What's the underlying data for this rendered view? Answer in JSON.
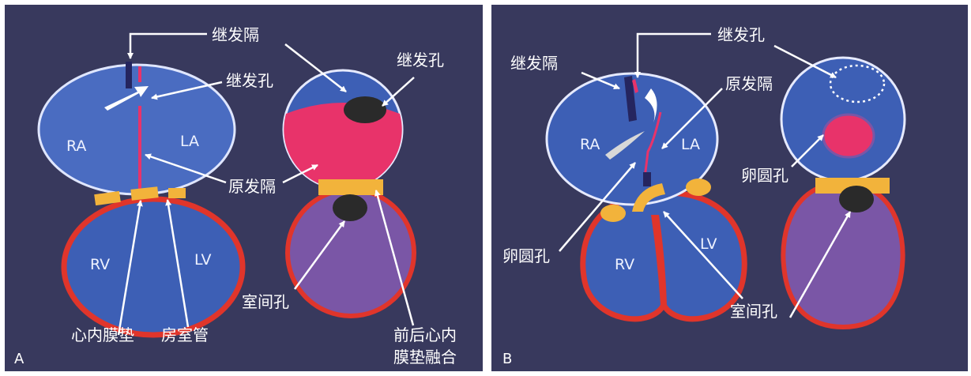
{
  "panel_a": {
    "letter": "A",
    "secondary_septum": "继发隔",
    "secondary_foramen_top": "继发孔",
    "secondary_foramen_right": "继发孔",
    "primary_septum": "原发隔",
    "endocardial_cushion": "心内膜垫",
    "av_canal": "房室管",
    "interventricular_foramen": "室间孔",
    "cushion_fusion_line1": "前后心内",
    "cushion_fusion_line2": "膜垫融合",
    "chambers": {
      "ra": "RA",
      "la": "LA",
      "rv": "RV",
      "lv": "LV"
    }
  },
  "panel_b": {
    "letter": "B",
    "secondary_foramen": "继发孔",
    "secondary_septum": "继发隔",
    "primary_septum": "原发隔",
    "foramen_ovale_right": "卵圆孔",
    "foramen_ovale_left": "卵圆孔",
    "interventricular_foramen": "室间孔",
    "chambers": {
      "ra": "RA",
      "la": "LA",
      "rv": "RV",
      "lv": "LV"
    }
  },
  "colors": {
    "background": "#38395d",
    "chamber_blue": "#3d5fb5",
    "primary_septum_red": "#e8336a",
    "wall_red": "#e0352b",
    "cushion_yellow": "#f2b33b",
    "ventricle_purple": "#7a56a6",
    "septum_navy": "#25255f"
  }
}
